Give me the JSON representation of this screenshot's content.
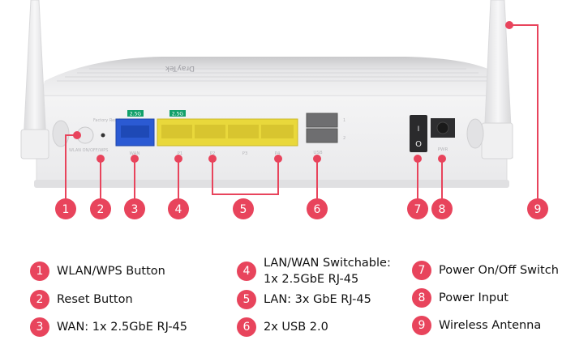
{
  "diagram": {
    "accent_color": "#e8445c",
    "device": {
      "brand_label": "DrayTek",
      "port_badge_text": "2.5G",
      "panel_labels": {
        "factory_reset": "Factory Reset",
        "wlan": "WLAN ON/OFF/WPS",
        "wan": "WAN",
        "p1": "P1",
        "p2": "P2",
        "p3": "P3",
        "p4": "P4",
        "usb": "USB",
        "usb_1": "1",
        "usb_2": "2",
        "pwr": "PWR",
        "switch_on": "I",
        "switch_off": "O"
      }
    },
    "callouts": [
      {
        "number": "1",
        "label": "WLAN/WPS Button"
      },
      {
        "number": "2",
        "label": "Reset Button"
      },
      {
        "number": "3",
        "label": "WAN: 1x 2.5GbE RJ-45"
      },
      {
        "number": "4",
        "label": "LAN/WAN Switchable:",
        "label_line2": "1x 2.5GbE RJ-45"
      },
      {
        "number": "5",
        "label": "LAN: 3x GbE RJ-45"
      },
      {
        "number": "6",
        "label": "2x USB 2.0"
      },
      {
        "number": "7",
        "label": "Power On/Off Switch"
      },
      {
        "number": "8",
        "label": "Power Input"
      },
      {
        "number": "9",
        "label": "Wireless Antenna"
      }
    ]
  }
}
